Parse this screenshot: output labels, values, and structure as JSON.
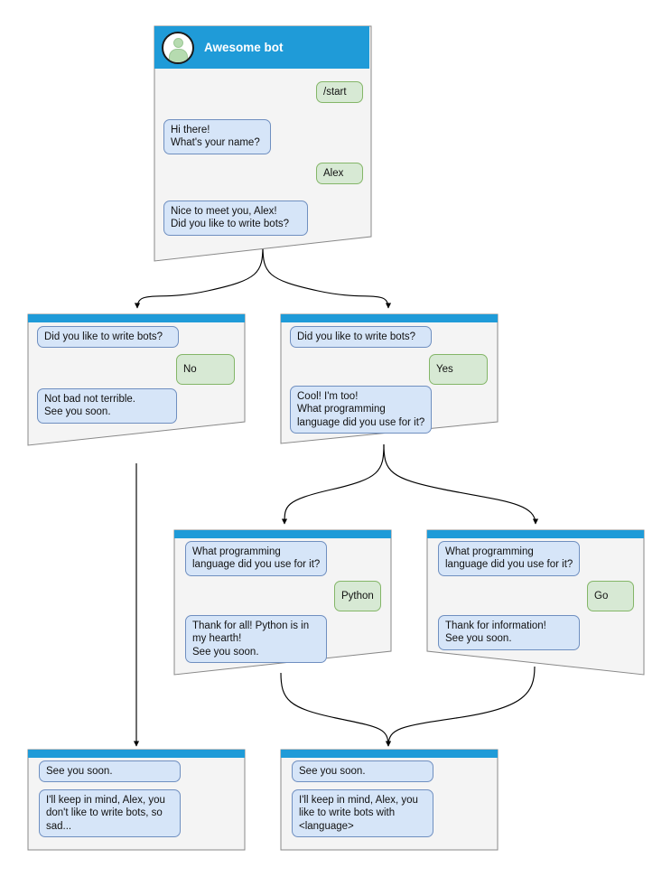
{
  "diagram": {
    "title": "Awesome bot chatbot conversation flow",
    "colors": {
      "header_blue": "#1f9bd8",
      "bot_bubble_fill": "#d6e5f8",
      "bot_bubble_border": "#6f8fc0",
      "user_bubble_fill": "#d7e9d4",
      "user_bubble_border": "#84b668",
      "card_fill": "#f4f4f4",
      "card_border": "#888888",
      "edge_stroke": "#000000",
      "avatar_person": "#b6dbb0"
    }
  },
  "nodes": {
    "root": {
      "id": "root",
      "header_title": "Awesome bot",
      "avatar_icon": "person-avatar-icon",
      "messages": [
        {
          "role": "user",
          "text": "/start"
        },
        {
          "role": "bot",
          "text": "Hi there!\nWhat's your name?"
        },
        {
          "role": "user",
          "text": "Alex"
        },
        {
          "role": "bot",
          "text": "Nice to meet you, Alex!\nDid you like to write bots?"
        }
      ]
    },
    "no_branch": {
      "id": "no-branch",
      "messages": [
        {
          "role": "bot",
          "text": "Did you like to write bots?"
        },
        {
          "role": "user",
          "text": "No"
        },
        {
          "role": "bot",
          "text": "Not bad not terrible.\nSee you soon."
        }
      ]
    },
    "yes_branch": {
      "id": "yes-branch",
      "messages": [
        {
          "role": "bot",
          "text": "Did you like to write bots?"
        },
        {
          "role": "user",
          "text": "Yes"
        },
        {
          "role": "bot",
          "text": "Cool! I'm too!\nWhat programming\nlanguage did you use for it?"
        }
      ]
    },
    "python_branch": {
      "id": "python-branch",
      "messages": [
        {
          "role": "bot",
          "text": "What programming\nlanguage did you use for it?"
        },
        {
          "role": "user",
          "text": "Python"
        },
        {
          "role": "bot",
          "text": "Thank for all! Python is in\nmy hearth!\nSee you soon."
        }
      ]
    },
    "go_branch": {
      "id": "go-branch",
      "messages": [
        {
          "role": "bot",
          "text": "What programming\nlanguage did you use for it?"
        },
        {
          "role": "user",
          "text": "Go"
        },
        {
          "role": "bot",
          "text": "Thank for information!\nSee you soon."
        }
      ]
    },
    "end_sad": {
      "id": "end-sad",
      "messages": [
        {
          "role": "bot",
          "text": "See you soon."
        },
        {
          "role": "bot",
          "text": "I'll keep in mind, Alex, you\ndon't like to write bots, so\nsad..."
        }
      ]
    },
    "end_happy": {
      "id": "end-happy",
      "messages": [
        {
          "role": "bot",
          "text": "See you soon."
        },
        {
          "role": "bot",
          "text": "I'll keep in mind, Alex, you\nlike to write bots with\n<language>"
        }
      ]
    }
  }
}
